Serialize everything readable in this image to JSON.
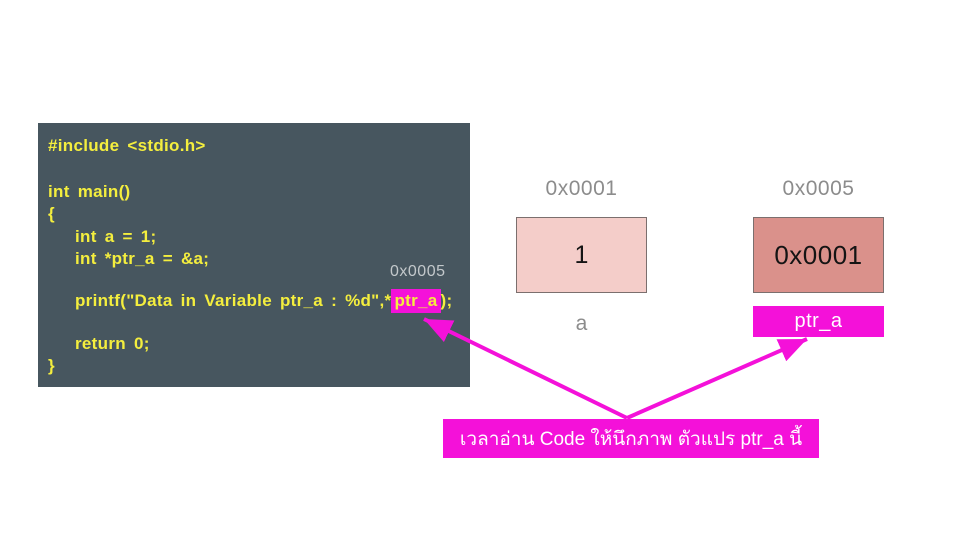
{
  "code": {
    "include": "#include <stdio.h>",
    "main": "int main()",
    "open_brace": "{",
    "decl_a": "int a = 1;",
    "decl_ptr": "int *ptr_a = &a;",
    "inline_address": "0x0005",
    "printf_pre": "printf(\"Data in Variable ptr_a : %d\",*",
    "printf_highlight": "ptr_a",
    "printf_post": ");",
    "return_stmt": "return 0;",
    "close_brace": "}"
  },
  "memory": {
    "var_a": {
      "address": "0x0001",
      "value": "1",
      "name": "a"
    },
    "var_ptr": {
      "address": "0x0005",
      "value": "0x0001",
      "name": "ptr_a"
    }
  },
  "annotation": {
    "text": "เวลาอ่าน Code ให้นึกภาพ ตัวแปร ptr_a นี้"
  },
  "colors": {
    "code_background": "#47565f",
    "code_text": "#f4ee3e",
    "inline_address_text": "#c3c8cb",
    "magenta_accent": "#f411d9",
    "box_a_fill": "#f4cdc9",
    "box_ptr_fill": "#da918b",
    "box_border": "#7b6f6e",
    "muted_label": "#8c8c8c",
    "value_text": "#141414"
  }
}
